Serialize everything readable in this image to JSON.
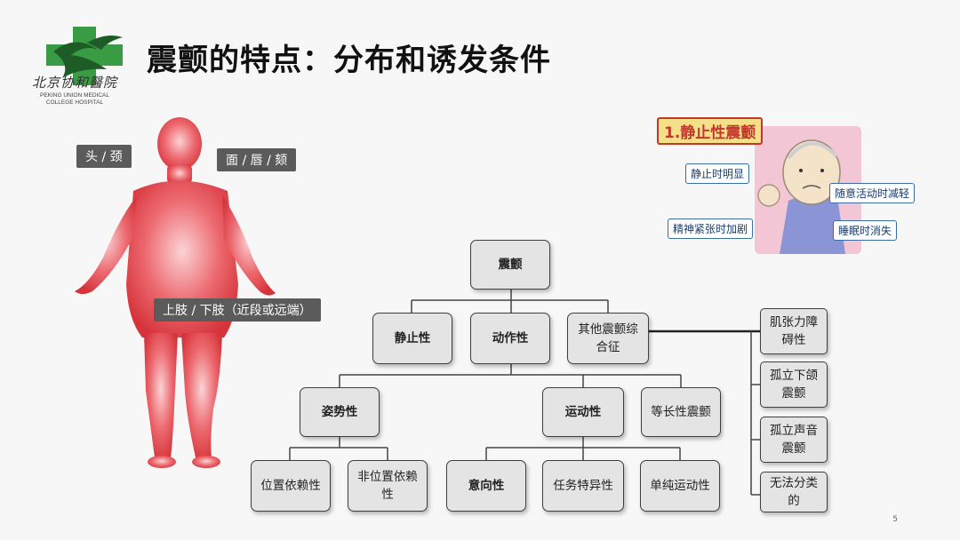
{
  "logo": {
    "cn_text": "北京协和醫院",
    "en_line1": "PEKING UNION MEDICAL",
    "en_line2": "COLLEGE HOSPITAL"
  },
  "title": "震颤的特点：分布和诱发条件",
  "body_labels": {
    "head": "头 / 颈",
    "face": "面 / 唇 / 颏",
    "limbs": "上肢 / 下肢（近段或远端）"
  },
  "rest_card": {
    "title": "1.静止性震颤",
    "tags": [
      "静止时明显",
      "随意活动时减轻",
      "精神紧张时加剧",
      "睡眠时消失"
    ]
  },
  "tree": {
    "root": "震颤",
    "level1": [
      "静止性",
      "动作性",
      "其他震颤综合征"
    ],
    "level2": [
      "姿势性",
      "运动性",
      "等长性震颤"
    ],
    "postural_children": [
      "位置依赖性",
      "非位置依赖性"
    ],
    "kinetic_children": [
      "意向性",
      "任务特异性",
      "单纯运动性"
    ],
    "other_children": [
      "肌张力障碍性",
      "孤立下颌震颤",
      "孤立声音震颤",
      "无法分类的"
    ]
  },
  "page_number": "5",
  "colors": {
    "node_fill": "#e4e4e4",
    "node_border": "#3e3e3e",
    "body_red": "#e0474c",
    "logo_green": "#2e8b3a"
  },
  "icons": [
    "hospital-logo-icon",
    "human-body-figure",
    "elderly-patient-illustration"
  ]
}
